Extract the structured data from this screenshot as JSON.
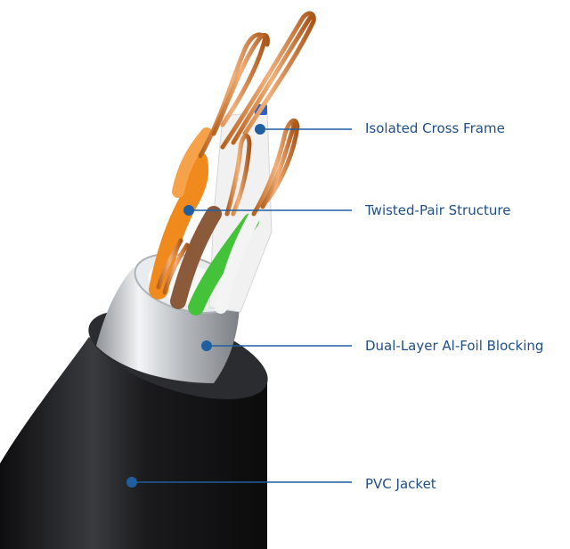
{
  "callouts": [
    {
      "id": "isolated-cross-frame",
      "label": "Isolated Cross Frame"
    },
    {
      "id": "twisted-pair-structure",
      "label": "Twisted-Pair Structure"
    },
    {
      "id": "dual-layer-al-foil-blocking",
      "label": "Dual-Layer Al-Foil Blocking"
    },
    {
      "id": "pvc-jacket",
      "label": "PVC Jacket"
    }
  ],
  "colors": {
    "callout": "#1f5f9f",
    "jacket": "#1c1c1e",
    "foil": "#c9cdd1",
    "copper": "#d88a3e",
    "orange": "#f08a1c",
    "green": "#44c23a",
    "blue": "#2a5fd0",
    "white_wire": "#f2f2f2"
  }
}
